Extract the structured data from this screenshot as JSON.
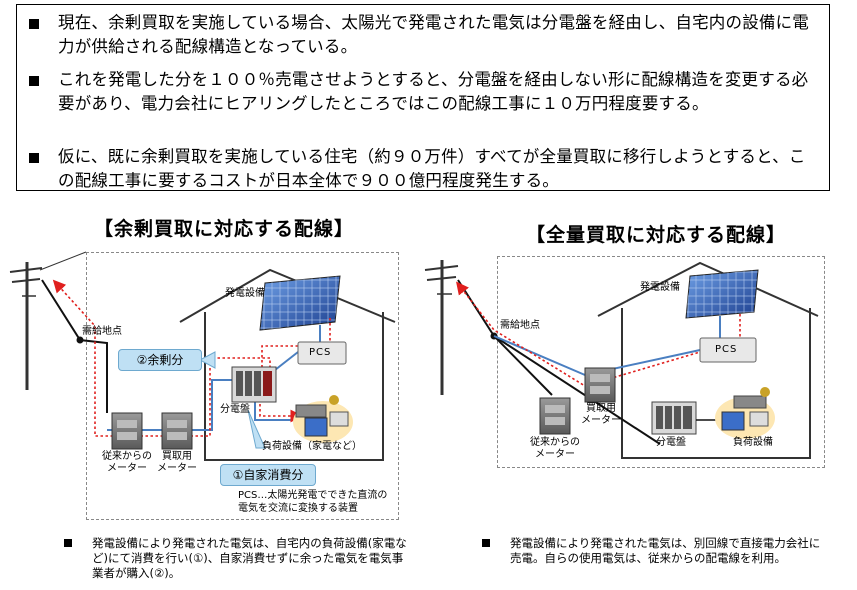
{
  "summary_bullets": [
    "現在、余剰買取を実施している場合、太陽光で発電された電気は分電盤を経由し、自宅内の設備に電力が供給される配線構造となっている。",
    "これを発電した分を１００％売電させようとすると、分電盤を経由しない形に配線構造を変更する必要があり、電力会社にヒアリングしたところではこの配線工事に１０万円程度要する。",
    "仮に、既に余剰買取を実施している住宅（約９０万件）すべてが全量買取に移行しようとすると、この配線工事に要するコストが日本全体で９００億円程度発生する。"
  ],
  "left_diagram": {
    "title": "【余剰買取に対応する配線】",
    "labels": {
      "generation": "発電設備",
      "supply_point": "需給地点",
      "pcs": "PCS",
      "surplus": "②余剰分",
      "panel": "分電盤",
      "old_meter": "従来からの\nメーター",
      "buy_meter": "買取用\nメーター",
      "load": "負荷設備（家電など）",
      "self_use": "①自家消費分",
      "pcs_note": "PCS…太陽光発電でできた直流の\n電気を交流に変換する装置"
    },
    "caption": "発電設備により発電された電気は、自宅内の負荷設備(家電など)にて消費を行い(①)、自家消費せずに余った電気を電気事業者が購入(②)。"
  },
  "right_diagram": {
    "title": "【全量買取に対応する配線】",
    "labels": {
      "generation": "発電設備",
      "supply_point": "需給地点",
      "pcs": "PCS",
      "buy_meter": "買取用\nメーター",
      "old_meter": "従来からの\nメーター",
      "panel": "分電盤",
      "load": "負荷設備"
    },
    "caption": "発電設備により発電された電気は、別回線で直接電力会社に売電。自らの使用電気は、従来からの配電線を利用。"
  },
  "colors": {
    "wire_blue": "#4a7fc1",
    "flow_red": "#e0201e",
    "callout_fill": "#bfe0f4",
    "panel_border": "#888888",
    "solar_blue": "#2f5fb3"
  }
}
